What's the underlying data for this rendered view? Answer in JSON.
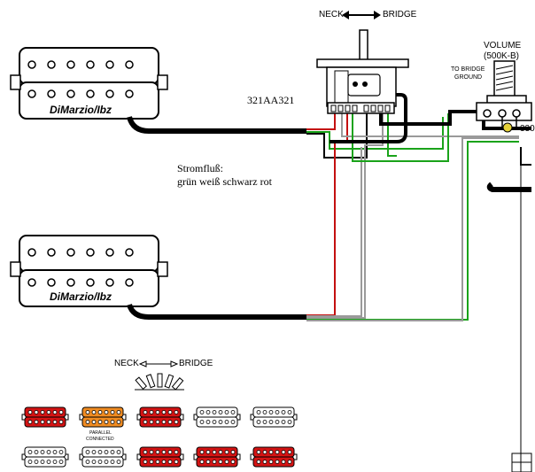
{
  "switch_labels": {
    "neck": "NECK",
    "bridge": "BRIDGE"
  },
  "volume": {
    "title": "VOLUME",
    "value": "(500K-B)"
  },
  "bridge_ground": {
    "line1": "TO BRIDGE",
    "line2": "GROUND"
  },
  "cap_label": "330",
  "switch_code": "321AA321",
  "flow": {
    "title": "Stromfluß:",
    "colors": "grün weiß schwarz rot"
  },
  "pickup_logo": "DiMarzio/Ibz",
  "legend": {
    "neck": "NECK",
    "bridge": "BRIDGE",
    "parallel_line1": "PARALLEL",
    "parallel_line2": "CONNECTED",
    "top_row": [
      "red",
      "orange",
      "red",
      "white",
      "white"
    ],
    "bottom_row": [
      "white",
      "white",
      "red",
      "red",
      "red"
    ]
  },
  "colors": {
    "red": "#d41414",
    "orange": "#f08c22",
    "white": "#ffffff",
    "green": "#1aa31a",
    "wire_red": "#c41010",
    "wire_gray": "#9a9a9a",
    "black": "#000000"
  }
}
